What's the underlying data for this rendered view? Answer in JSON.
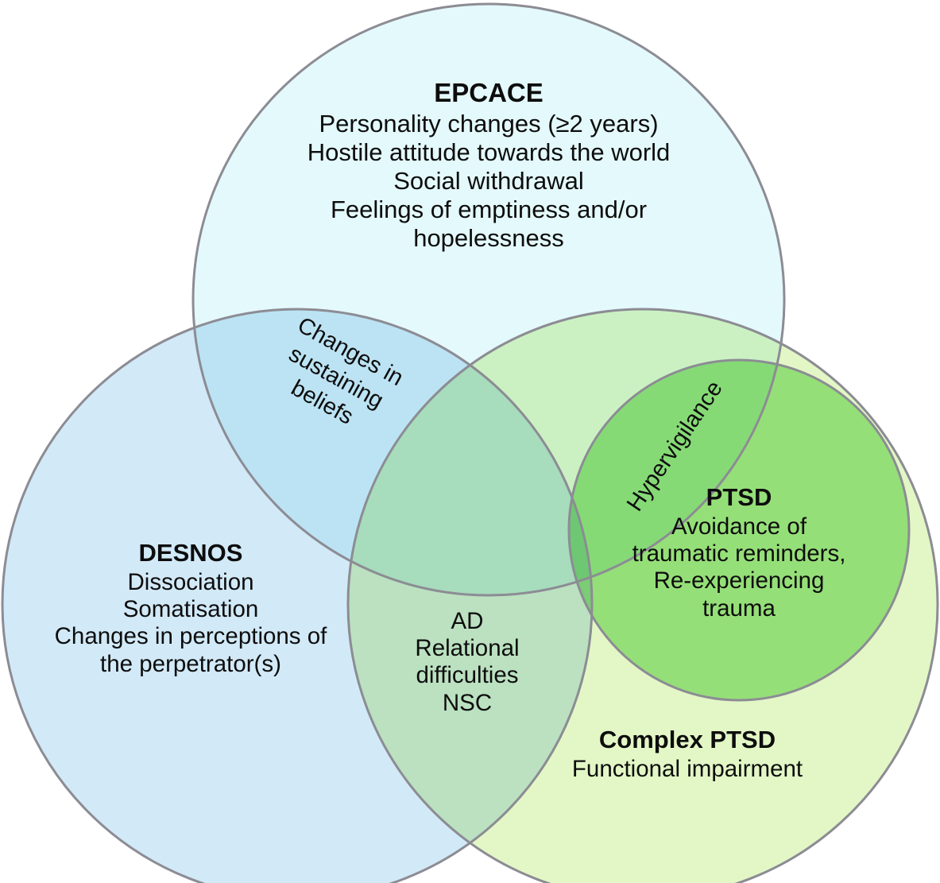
{
  "diagram": {
    "type": "venn",
    "title": "Complex PTSD concept overlap Venn diagram",
    "background": "#ffffff",
    "stroke_color": "#8c8c94"
  },
  "colors": {
    "epcace_fill": "#e4f9fb",
    "desnos_fill": "#d2e9f7",
    "complex_ptsd_fill": "#e3f7c6",
    "ptsd_fill": "#a8e79a",
    "outline": "#8c8c94"
  },
  "sets": {
    "epcace": {
      "title": "EPCACE",
      "lines": [
        "Personality changes (≥2 years)",
        "Hostile attitude towards the world",
        "Social withdrawal",
        "Feelings of emptiness and/or",
        "hopelessness"
      ]
    },
    "desnos": {
      "title": "DESNOS",
      "lines": [
        "Dissociation",
        "Somatisation",
        "Changes in perceptions of",
        "the perpetrator(s)"
      ]
    },
    "ptsd": {
      "title": "PTSD",
      "lines": [
        "Avoidance of",
        "traumatic reminders,",
        "Re-experiencing",
        "trauma"
      ]
    },
    "complex_ptsd": {
      "title": "Complex PTSD",
      "lines": [
        "Functional impairment"
      ]
    }
  },
  "overlaps": {
    "epcace_desnos": {
      "lines": [
        "Changes in",
        "sustaining",
        "beliefs"
      ]
    },
    "epcace_ptsd": {
      "lines": [
        "Hypervigilance"
      ]
    },
    "center_triple": {
      "lines": [
        "AD",
        "Relational",
        "difficulties",
        "NSC"
      ]
    }
  }
}
